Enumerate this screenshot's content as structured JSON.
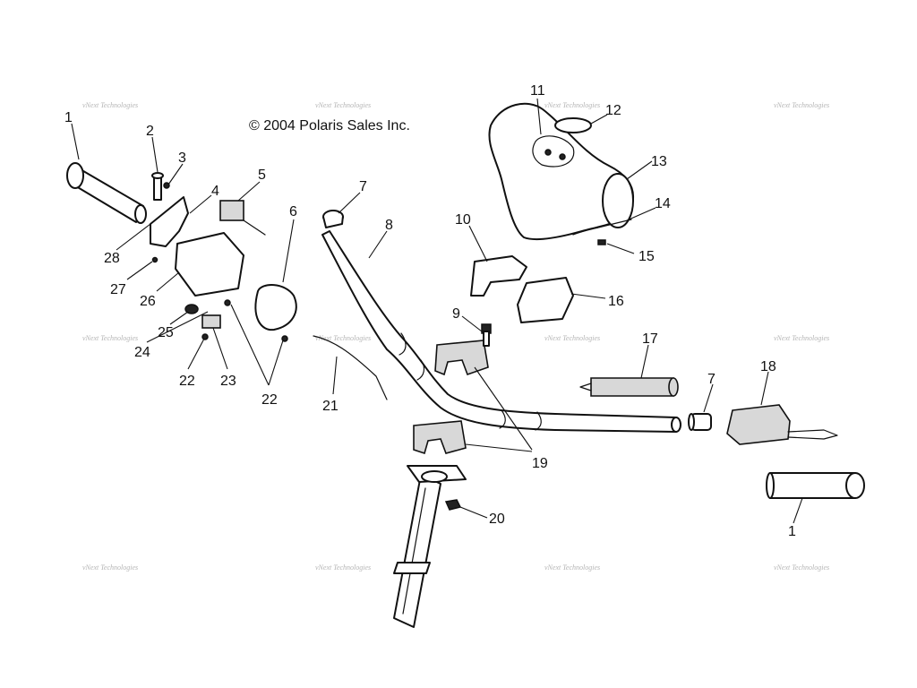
{
  "copyright": "© 2004 Polaris Sales Inc.",
  "watermark_text": "vNext Technologies",
  "part_numbers": {
    "p1a": "1",
    "p2": "2",
    "p3": "3",
    "p4": "4",
    "p5": "5",
    "p6": "6",
    "p7a": "7",
    "p8": "8",
    "p9": "9",
    "p10": "10",
    "p11": "11",
    "p12": "12",
    "p13": "13",
    "p14": "14",
    "p15": "15",
    "p16": "16",
    "p17": "17",
    "p7b": "7",
    "p18": "18",
    "p19": "19",
    "p20": "20",
    "p21": "21",
    "p22a": "22",
    "p22b": "22",
    "p23": "23",
    "p24": "24",
    "p25": "25",
    "p26": "26",
    "p27": "27",
    "p28": "28",
    "p1b": "1"
  }
}
